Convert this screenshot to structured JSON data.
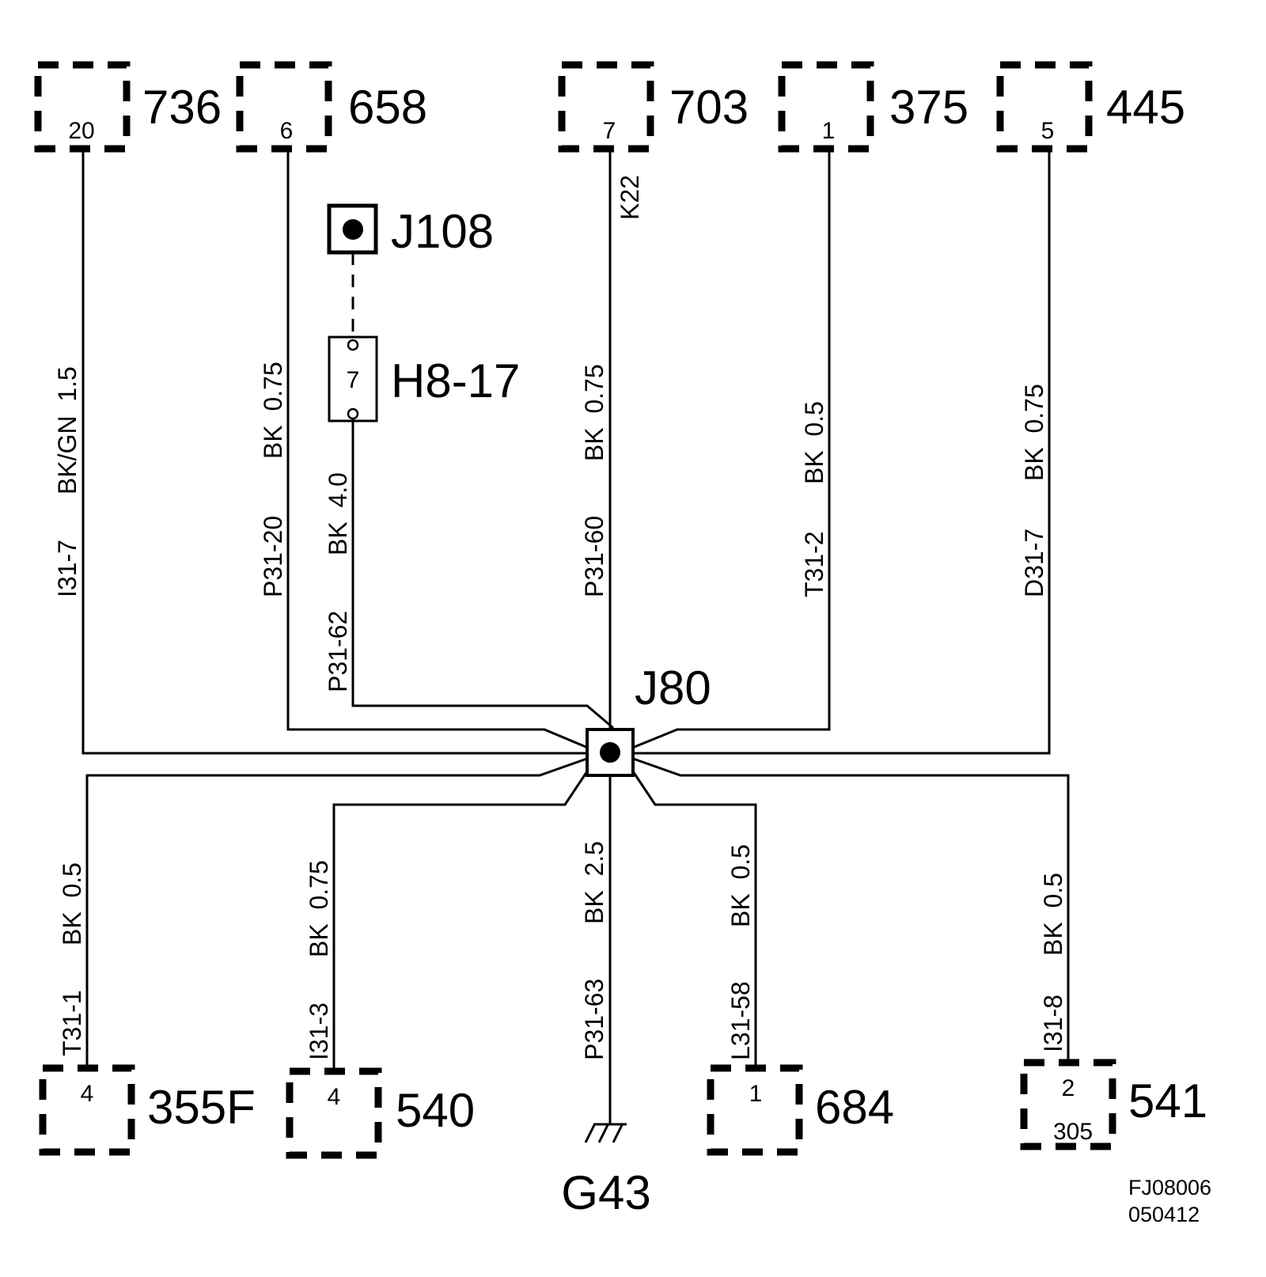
{
  "top_connectors": [
    {
      "label": "736",
      "pin": "20"
    },
    {
      "label": "658",
      "pin": "6"
    },
    {
      "label": "703",
      "pin": "7"
    },
    {
      "label": "375",
      "pin": "1"
    },
    {
      "label": "445",
      "pin": "5"
    }
  ],
  "bottom_connectors": [
    {
      "label": "355F",
      "pin": "4"
    },
    {
      "label": "540",
      "pin": "4"
    },
    {
      "label": "684",
      "pin": "1"
    },
    {
      "label": "541",
      "pin": "2",
      "sub": "305"
    }
  ],
  "junction": {
    "label": "J80"
  },
  "j108": {
    "label": "J108"
  },
  "h8": {
    "label": "H8-17",
    "pin": "7"
  },
  "ground": {
    "label": "G43"
  },
  "wire_labels": {
    "w736_circuit": "I31-7",
    "w736_spec": "BK/GN  1.5",
    "w658_circuit": "P31-20",
    "w658_spec": "BK  0.75",
    "wh8_circuit": "P31-62",
    "wh8_spec": "BK  4.0",
    "w703_k22": "K22",
    "w703_circuit": "P31-60",
    "w703_spec": "BK  0.75",
    "w375_circuit": "T31-2",
    "w375_spec": "BK  0.5",
    "w445_circuit": "D31-7",
    "w445_spec": "BK  0.75",
    "w355_circuit": "T31-1",
    "w355_spec": "BK  0.5",
    "w540_circuit": "I31-3",
    "w540_spec": "BK  0.75",
    "wg43_circuit": "P31-63",
    "wg43_spec": "BK  2.5",
    "w684_circuit": "L31-58",
    "w684_spec": "BK  0.5",
    "w541_circuit": "I31-8",
    "w541_spec": "BK  0.5"
  },
  "figure_code": {
    "line1": "FJ08006",
    "line2": "050412"
  }
}
